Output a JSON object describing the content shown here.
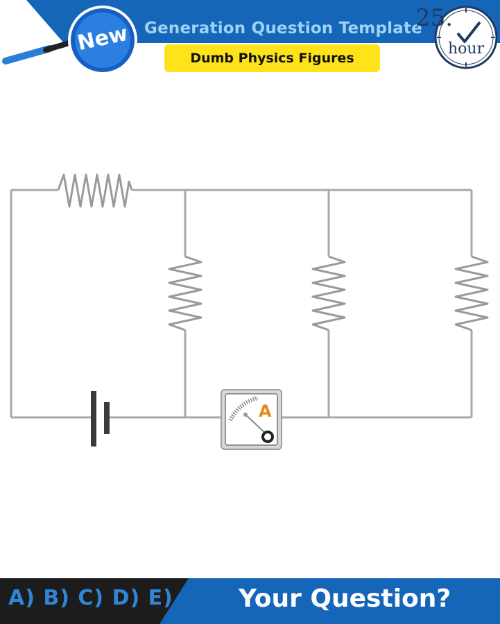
{
  "header": {
    "badge_label": "New",
    "title": "Generation Question Template",
    "subtitle": "Dumb Physics Figures",
    "clock_number": "25.",
    "clock_unit": "hour"
  },
  "diagram": {
    "ammeter_symbol": "A"
  },
  "footer": {
    "answer_choices": "A) B) C) D) E)",
    "question": "Your Question?"
  },
  "colors": {
    "header_blue": "#1565b8",
    "title_light_blue": "#9fd3f3",
    "subtitle_yellow": "#ffe31a",
    "footer_dark": "#1c1c1c",
    "footer_blue": "#1565b8",
    "choices_blue": "#2f86d8",
    "ammeter_orange": "#e8891a"
  }
}
